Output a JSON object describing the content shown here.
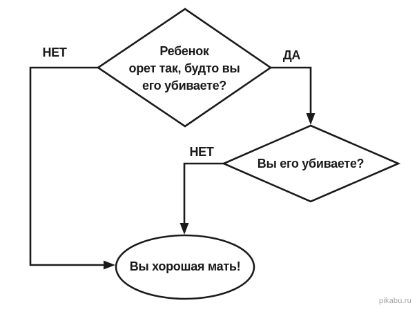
{
  "flowchart": {
    "nodes": {
      "question1": {
        "text": "Ребенок\nорет так, будто вы\nего убиваете?",
        "shape": "diamond"
      },
      "question2": {
        "text": "Вы его убиваете?",
        "shape": "diamond"
      },
      "result": {
        "text": "Вы хорошая мать!",
        "shape": "ellipse"
      }
    },
    "edge_labels": {
      "no1": "НЕТ",
      "yes": "ДА",
      "no2": "НЕТ"
    },
    "colors": {
      "line": "#1a1a1a",
      "background": "#ffffff",
      "watermark": "#a3a3a3"
    }
  },
  "watermark": {
    "text": "pikabu.ru"
  }
}
